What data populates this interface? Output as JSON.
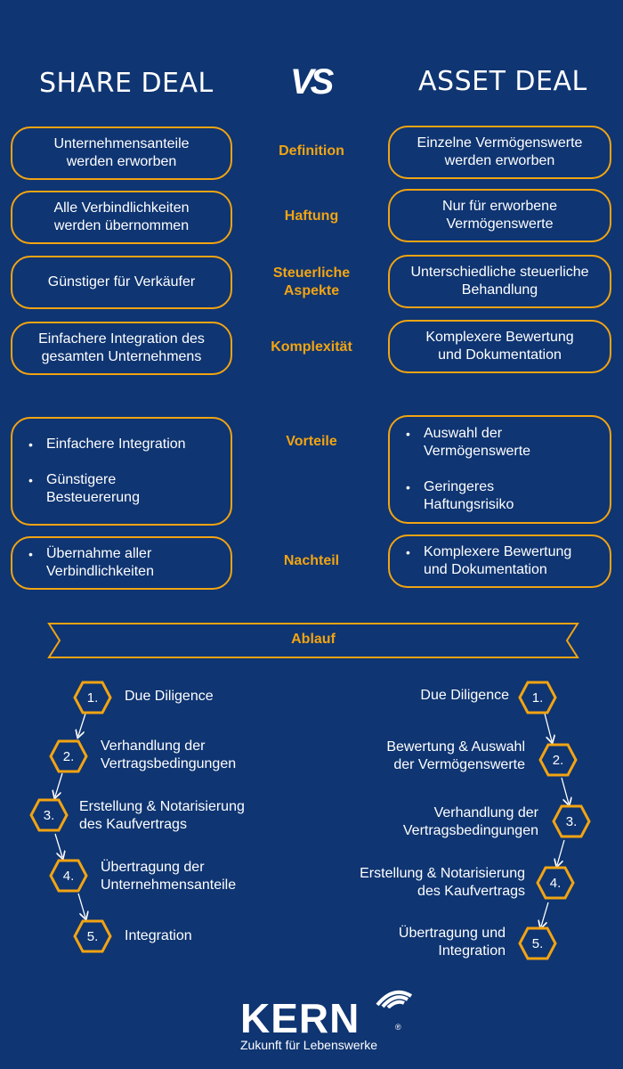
{
  "header": {
    "left_title": "SHARE DEAL",
    "vs": "VS",
    "right_title": "ASSET DEAL"
  },
  "rows": [
    {
      "category": "Definition",
      "left": "Unternehmensanteile\nwerden erworben",
      "right": "Einzelne Vermögenswerte\nwerden erworben"
    },
    {
      "category": "Haftung",
      "left": "Alle Verbindlichkeiten\nwerden übernommen",
      "right": "Nur für erworbene\nVermögenswerte"
    },
    {
      "category": "Steuerliche\nAspekte",
      "left": "Günstiger für Verkäufer",
      "right": "Unterschiedliche steuerliche\nBehandlung"
    },
    {
      "category": "Komplexität",
      "left": "Einfachere Integration des\ngesamten Unternehmens",
      "right": "Komplexere Bewertung\nund Dokumentation"
    }
  ],
  "vorteile": {
    "category": "Vorteile",
    "left": [
      "Einfachere Integration",
      "Günstigere\nBesteuererung"
    ],
    "right": [
      "Auswahl der\nVermögenswerte",
      "Geringeres\nHaftungsrisiko"
    ]
  },
  "nachteil": {
    "category": "Nachteil",
    "left": [
      "Übernahme aller\nVerbindlichkeiten"
    ],
    "right": [
      "Komplexere Bewertung\nund Dokumentation"
    ]
  },
  "ablauf": {
    "label": "Ablauf",
    "share_steps": [
      {
        "num": "1.",
        "text": "Due Diligence"
      },
      {
        "num": "2.",
        "text": "Verhandlung der\nVertragsbedingungen"
      },
      {
        "num": "3.",
        "text": "Erstellung & Notarisierung\ndes Kaufvertrags"
      },
      {
        "num": "4.",
        "text": "Übertragung der\nUnternehmensanteile"
      },
      {
        "num": "5.",
        "text": "Integration"
      }
    ],
    "asset_steps": [
      {
        "num": "1.",
        "text": "Due Diligence"
      },
      {
        "num": "2.",
        "text": "Bewertung & Auswahl\nder Vermögenswerte"
      },
      {
        "num": "3.",
        "text": "Verhandlung der\nVertragsbedingungen"
      },
      {
        "num": "4.",
        "text": "Erstellung & Notarisierung\ndes Kaufvertrags"
      },
      {
        "num": "5.",
        "text": "Übertragung und\nIntegration"
      }
    ]
  },
  "logo": {
    "brand": "KERN",
    "registered": "®",
    "tagline": "Zukunft für Lebenswerke"
  },
  "colors": {
    "background": "#0f3572",
    "accent": "#f2a412",
    "text": "#ffffff"
  }
}
